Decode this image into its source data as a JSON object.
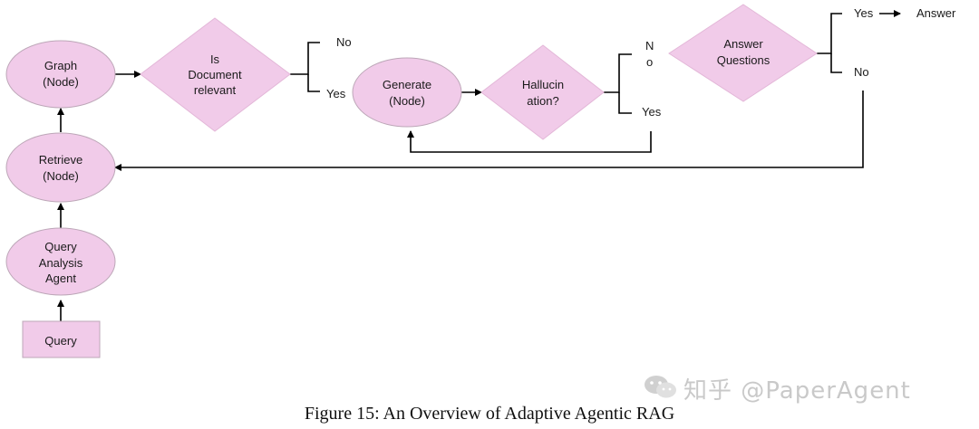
{
  "nodes": {
    "query": "Query",
    "query_analysis": [
      "Query",
      "Analysis",
      "Agent"
    ],
    "retrieve": [
      "Retrieve",
      "(Node)"
    ],
    "graph": [
      "Graph",
      "(Node)"
    ],
    "doc_relevant": [
      "Is",
      "Document",
      "relevant"
    ],
    "generate": [
      "Generate",
      "(Node)"
    ],
    "hallucination": [
      "Hallucin",
      "ation?"
    ],
    "answer_questions": [
      "Answer",
      "Questions"
    ]
  },
  "branches": {
    "relevant_no": "No",
    "relevant_yes": "Yes",
    "halluc_no": [
      "N",
      "o"
    ],
    "halluc_yes": "Yes",
    "answer_yes": "Yes",
    "answer_no": "No",
    "answer_final": "Answer"
  },
  "caption": "Figure 15: An Overview of Adaptive Agentic RAG",
  "watermark": "知乎 @PaperAgent",
  "colors": {
    "node_fill": "#f1cbe9",
    "line": "#000000"
  }
}
